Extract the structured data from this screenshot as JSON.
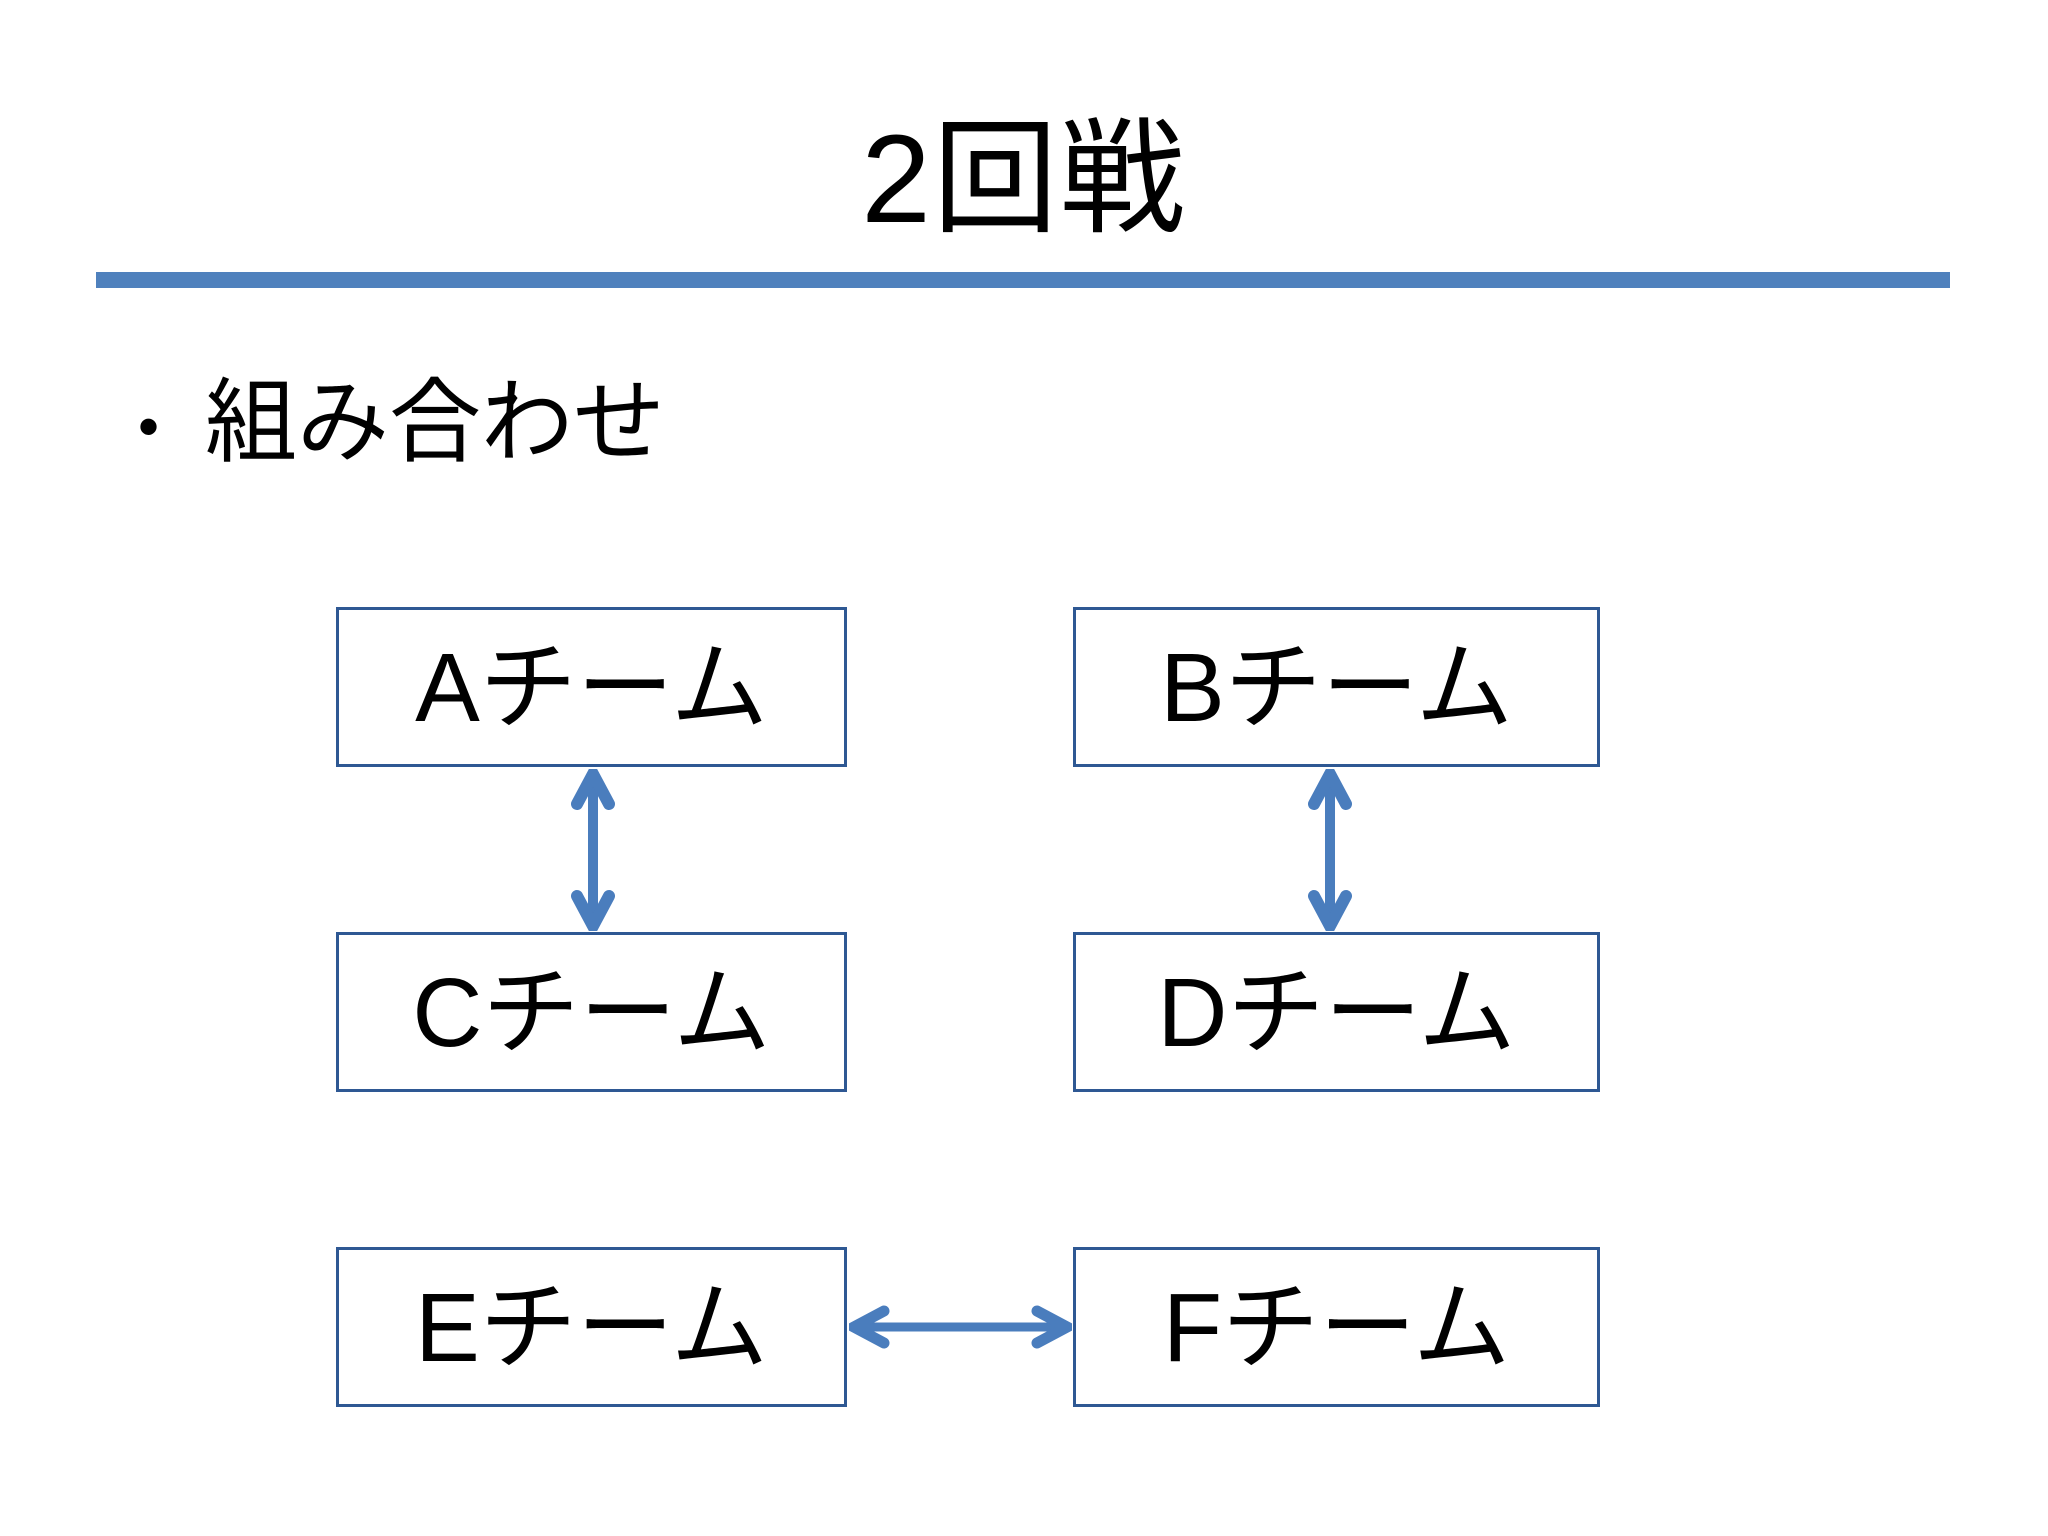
{
  "slide": {
    "title": "2回戦",
    "bullet": {
      "marker": "•",
      "text": "組み合わせ"
    },
    "teams": [
      {
        "id": "A",
        "label": "Aチーム"
      },
      {
        "id": "B",
        "label": "Bチーム"
      },
      {
        "id": "C",
        "label": "Cチーム"
      },
      {
        "id": "D",
        "label": "Dチーム"
      },
      {
        "id": "E",
        "label": "Eチーム"
      },
      {
        "id": "F",
        "label": "Fチーム"
      }
    ],
    "matchups": [
      {
        "from": "Aチーム",
        "to": "Cチーム",
        "arrow": "double-headed",
        "orientation": "vertical"
      },
      {
        "from": "Bチーム",
        "to": "Dチーム",
        "arrow": "double-headed",
        "orientation": "vertical"
      },
      {
        "from": "Eチーム",
        "to": "Fチーム",
        "arrow": "double-headed",
        "orientation": "horizontal"
      }
    ],
    "colors": {
      "rule": "#4F81BD",
      "box_border": "#2E5893",
      "arrow": "#4A7DBD",
      "text": "#000000",
      "background": "#FFFFFF"
    }
  }
}
